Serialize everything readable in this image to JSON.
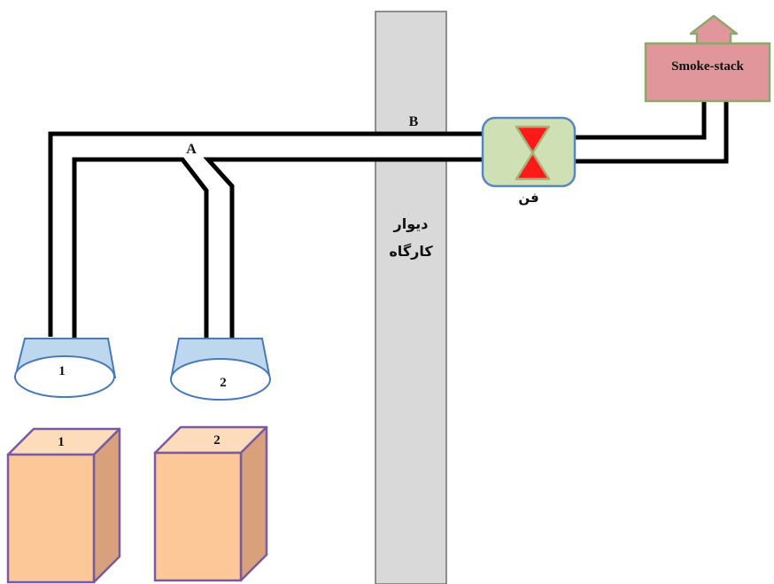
{
  "labels": {
    "point_a": "A",
    "point_b": "B",
    "wall_line1": "دیوار",
    "wall_line2": "کارگاه",
    "fan": "فن",
    "smokestack": "Smoke-stack",
    "hood_1": "1",
    "hood_2": "2",
    "box_1": "1",
    "box_2": "2"
  },
  "colors": {
    "wall_fill": "#d9d9d9",
    "wall_stroke": "#6f6f6f",
    "hood_top": "#bcd7ee",
    "hood_stroke": "#4a7ab8",
    "fan_fill": "#cfe0b4",
    "fan_stroke": "#5a86c0",
    "fan_blade": "#ff1a1a",
    "smokestack_fill": "#e0969b",
    "smokestack_stroke": "#8ca86c",
    "box_front": "#fcc898",
    "box_top": "#fddcbc",
    "box_side": "#d9a07c",
    "box_stroke": "#7a5aa0",
    "duct": "#000000"
  }
}
